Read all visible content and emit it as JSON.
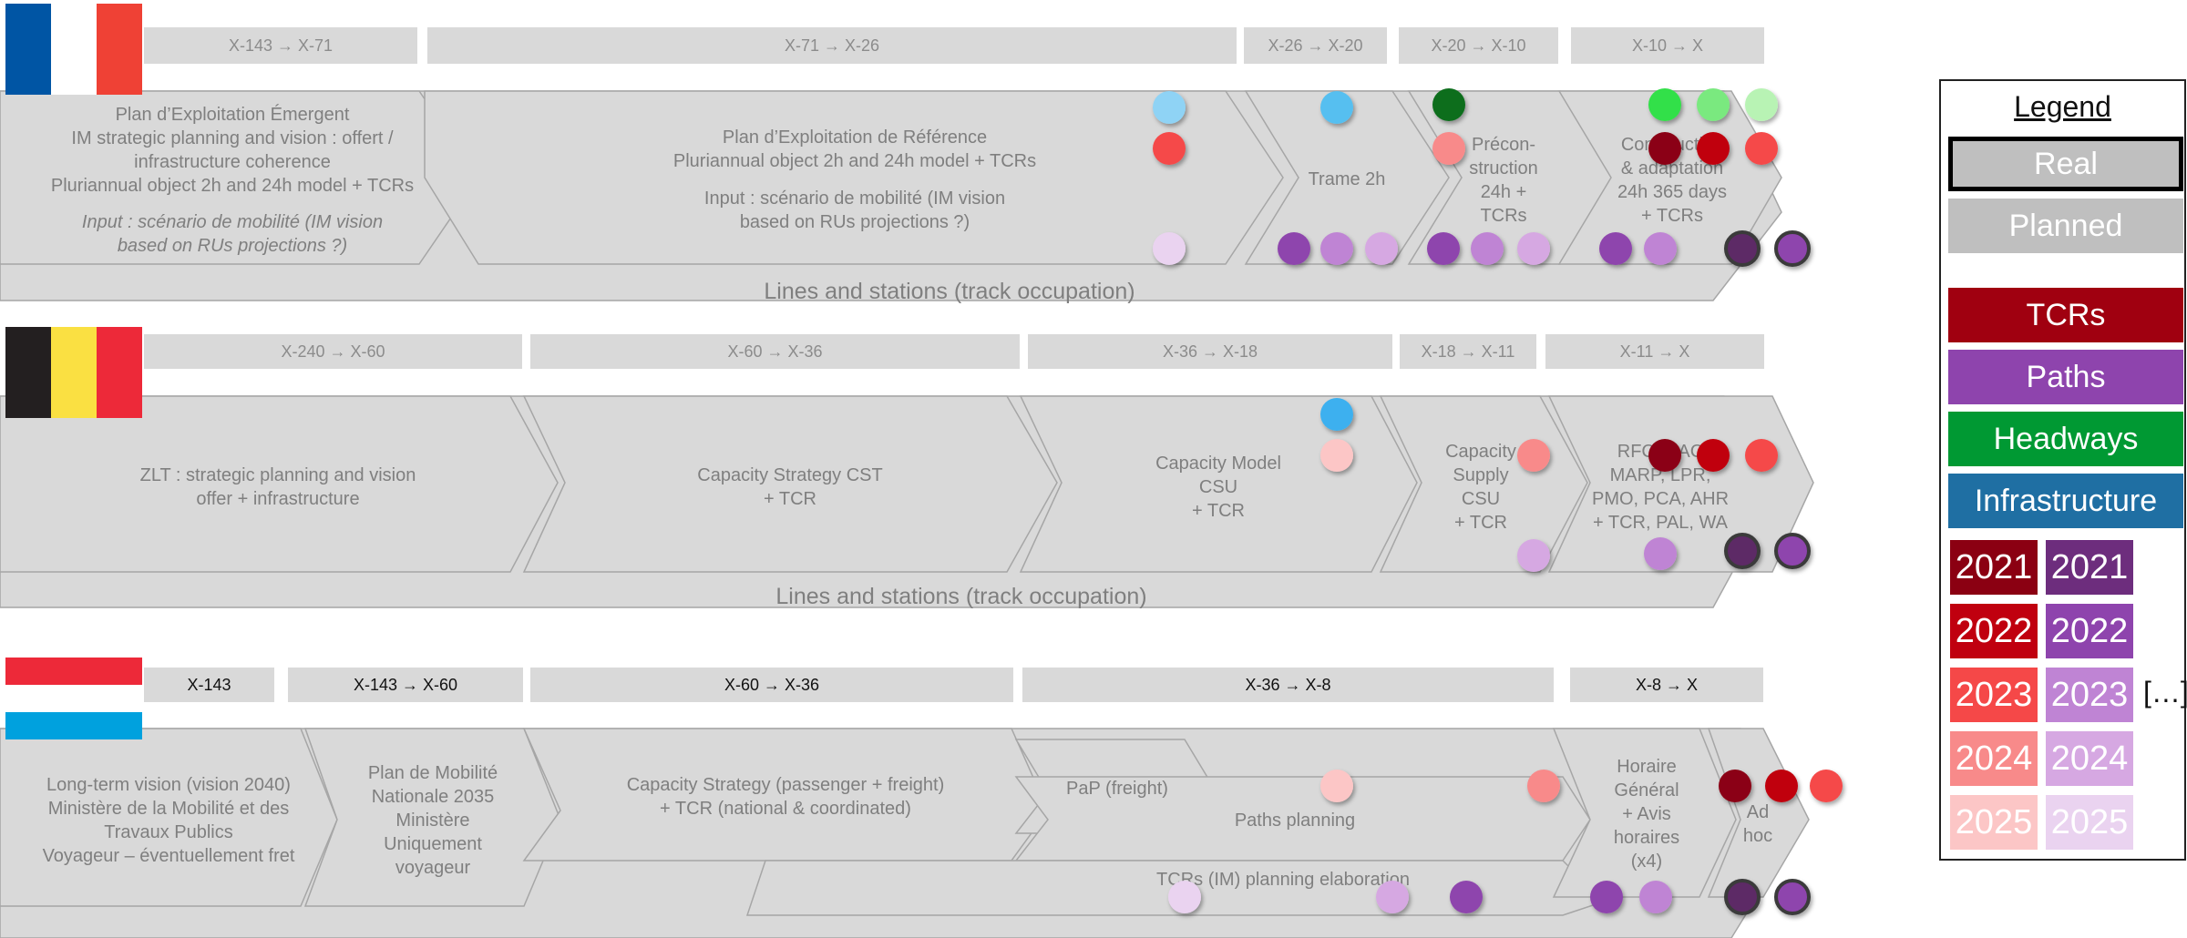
{
  "colors": {
    "chevron_fill": "#d9d9d9",
    "chevron_stroke": "#a6a6a6",
    "text_grey": "#7f7f7f",
    "tcr": [
      "#8b0012",
      "#c0000f",
      "#f54848",
      "#f88a8a",
      "#fcc6c6"
    ],
    "paths": [
      "#6d2d7d",
      "#8e44ad",
      "#bf84d4",
      "#d6a8e2",
      "#ead3f0"
    ],
    "headways": "#009933",
    "infrastructure": "#1f6fa3"
  },
  "france": {
    "flag": [
      "#0055a4",
      "#ffffff",
      "#ef4135"
    ],
    "phases": [
      "X-143 → X-71",
      "X-71 → X-26",
      "X-26 → X-20",
      "X-20 → X-10",
      "X-10 → X"
    ],
    "steps": [
      {
        "lines": [
          "Plan d’Exploitation Émergent",
          "IM strategic planning and vision : offert /",
          "infrastructure coherence",
          "Pluriannual object 2h and 24h model + TCRs"
        ],
        "italic": [
          "Input : scénario de mobilité (IM vision",
          "based on RUs projections ?)"
        ]
      },
      {
        "lines": [
          "Plan d’Exploitation de Référence",
          "Pluriannual object 2h and 24h model + TCRs"
        ],
        "sub": [
          "Input : scénario de mobilité (IM vision",
          "based on RUs projections ?)"
        ]
      },
      {
        "lines": [
          "Trame 2h"
        ]
      },
      {
        "lines": [
          "Précon-",
          "struction",
          "24h +",
          "TCRs"
        ]
      },
      {
        "lines": [
          "Construction",
          "& adaptation",
          "24h 365 days",
          "+ TCRs"
        ]
      }
    ],
    "bottom_label": "Lines and stations (track occupation)"
  },
  "belgium": {
    "flag": [
      "#231f20",
      "#fae042",
      "#ed2939"
    ],
    "phases": [
      "X-240 → X-60",
      "X-60 → X-36",
      "X-36 → X-18",
      "X-18 → X-11",
      "X-11 → X"
    ],
    "steps": [
      {
        "lines": [
          "ZLT : strategic planning and vision",
          "offer + infrastructure"
        ]
      },
      {
        "lines": [
          "Capacity Strategy CST",
          "+ TCR"
        ]
      },
      {
        "lines": [
          "Capacity Model",
          "CSU",
          "+ TCR"
        ]
      },
      {
        "lines": [
          "Capacity",
          "Supply",
          "CSU",
          "+ TCR"
        ]
      },
      {
        "lines": [
          "RFC, NAC",
          "MARP, LPR,",
          "PMO, PCA, AHR",
          "+ TCR, PAL, WA"
        ]
      }
    ],
    "bottom_label": "Lines and stations (track occupation)"
  },
  "luxembourg": {
    "flag": [
      "#ed2939",
      "#ffffff",
      "#00a1de"
    ],
    "phases": [
      "X-143",
      "X-143 → X-60",
      "X-60 → X-36",
      "X-36 → X-8",
      "X-8 → X"
    ],
    "steps": [
      {
        "lines": [
          "Long-term vision (vision 2040)",
          "Ministère de la Mobilité et des",
          "Travaux Publics",
          "Voyageur – éventuellement fret"
        ]
      },
      {
        "lines": [
          "Plan de Mobilité",
          "Nationale 2035",
          "Ministère",
          "Uniquement",
          "voyageur"
        ]
      },
      {
        "lines": [
          "Capacity Strategy (passenger + freight)",
          "+ TCR (national & coordinated)"
        ]
      },
      {
        "lines": [
          "PaP (freight)"
        ]
      },
      {
        "lines": [
          "Paths planning"
        ]
      },
      {
        "lines": [
          "Horaire",
          "Général",
          "+ Avis",
          "horaires",
          "(x4)"
        ]
      },
      {
        "lines": [
          "Ad",
          "hoc"
        ]
      }
    ],
    "bottom_label": "TCRs (IM) planning elaboration"
  },
  "legend": {
    "title": "Legend",
    "real": "Real",
    "planned": "Planned",
    "tcrs": "TCRs",
    "paths": "Paths",
    "headways": "Headways",
    "infrastructure": "Infrastructure",
    "years": [
      "2021",
      "2022",
      "2023",
      "2024",
      "2025"
    ],
    "ellipsis": "[…]"
  }
}
